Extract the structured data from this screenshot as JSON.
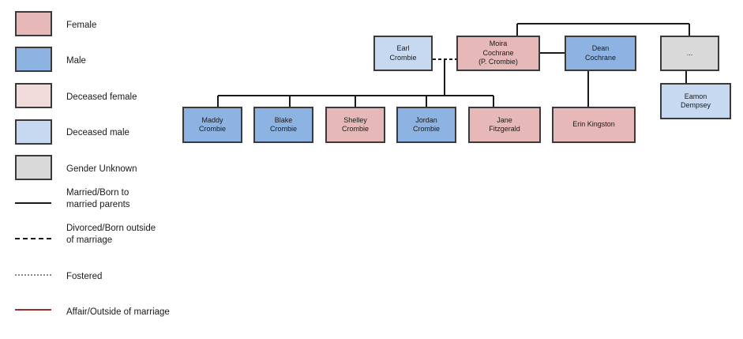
{
  "colors": {
    "female": "#e6b9b8",
    "male": "#8db3e2",
    "deceased_female": "#f2dcdb",
    "deceased_male": "#c6d9f1",
    "unknown": "#d9d9d9",
    "affair_line": "#9c2b2b",
    "fostered_line": "#888888"
  },
  "legend": {
    "female": "Female",
    "male": "Male",
    "deceased_female": "Deceased female",
    "deceased_male": "Deceased male",
    "gender_unknown": "Gender Unknown",
    "married": "Married/Born to\nmarried parents",
    "divorced": "Divorced/Born outside\nof marriage",
    "fostered": "Fostered",
    "affair": "Affair/Outside of marriage"
  },
  "people": {
    "earl": "Earl\nCrombie",
    "moira": "Moira\nCochrane\n(P. Crombie)",
    "dean": "Dean\nCochrane",
    "unknown": "...",
    "eamon": "Eamon\nDempsey",
    "maddy": "Maddy\nCrombie",
    "blake": "Blake\nCrombie",
    "shelley": "Shelley\nCrombie",
    "jordan": "Jordan\nCrombie",
    "jane": "Jane\nFitzgerald",
    "erin": "Erin Kingston"
  }
}
